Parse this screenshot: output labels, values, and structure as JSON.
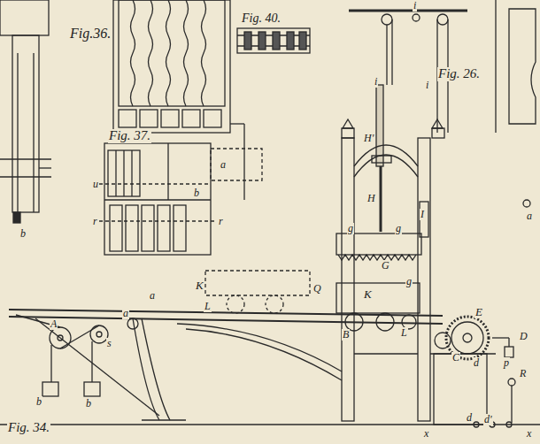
{
  "diagram": {
    "labels": [
      "Fig.36.",
      "Fig. 40.",
      "Fig. 37.",
      "Fig. 26.",
      "Fig. 34.",
      "i",
      "i",
      "i",
      "H'",
      "H",
      "I",
      "g",
      "g",
      "G",
      "K",
      "g",
      "B",
      "L",
      "E",
      "C",
      "d",
      "D",
      "p",
      "R",
      "d",
      "d'",
      "x",
      "x",
      "A",
      "s",
      "a",
      "b",
      "b",
      "L",
      "K",
      "Q",
      "a",
      "b",
      "a",
      "u",
      "r",
      "r",
      "b",
      "a"
    ]
  }
}
